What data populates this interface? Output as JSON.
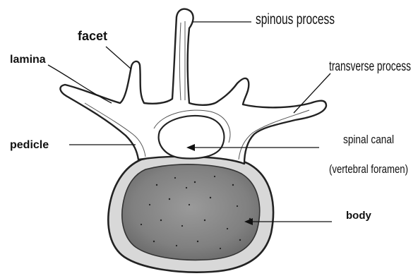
{
  "labels": {
    "spinous_process": "spinous process",
    "facet": "facet",
    "lamina": "lamina",
    "transverse_process": "transverse process",
    "pedicle": "pedicle",
    "spinal_canal": "spinal canal",
    "vertebral_foramen": "(vertebral foramen)",
    "body": "body"
  },
  "colors": {
    "ink": "#111111",
    "bone_fill": "#ffffff",
    "body_core": "#8a8a8a",
    "body_rim": "#c9c9c9"
  }
}
